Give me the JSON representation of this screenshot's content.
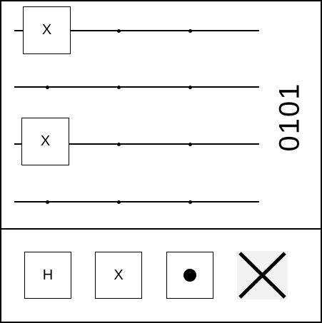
{
  "circuit": {
    "gates": [
      {
        "qubit": 0,
        "label": "X"
      },
      {
        "qubit": 2,
        "label": "X"
      }
    ],
    "output_state": "0101"
  },
  "palette": {
    "hadamard_label": "H",
    "x_label": "X",
    "control_icon": "filled-dot-icon",
    "delete_icon": "large-x-icon"
  }
}
